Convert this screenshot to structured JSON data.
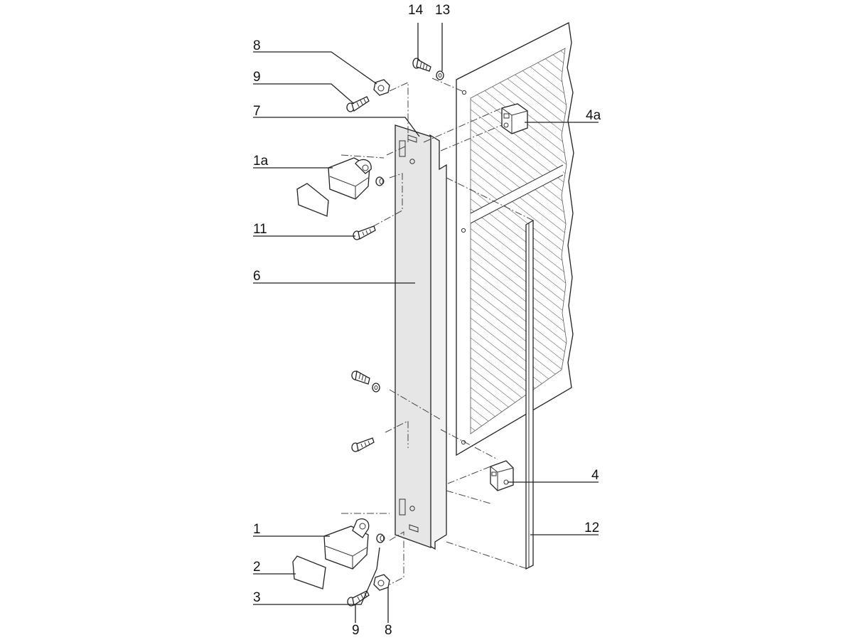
{
  "diagram": {
    "labels": {
      "l14": "14",
      "l13": "13",
      "l8_top": "8",
      "l9_top": "9",
      "l7": "7",
      "l4a": "4a",
      "l1a": "1a",
      "l11": "11",
      "l6": "6",
      "l4": "4",
      "l12": "12",
      "l1": "1",
      "l2": "2",
      "l3": "3",
      "l9_bottom": "9",
      "l8_bottom": "8"
    },
    "colors": {
      "panel_fill": "#e6e6e6",
      "line": "#222222",
      "hatch": "#555555",
      "background": "#ffffff"
    }
  }
}
